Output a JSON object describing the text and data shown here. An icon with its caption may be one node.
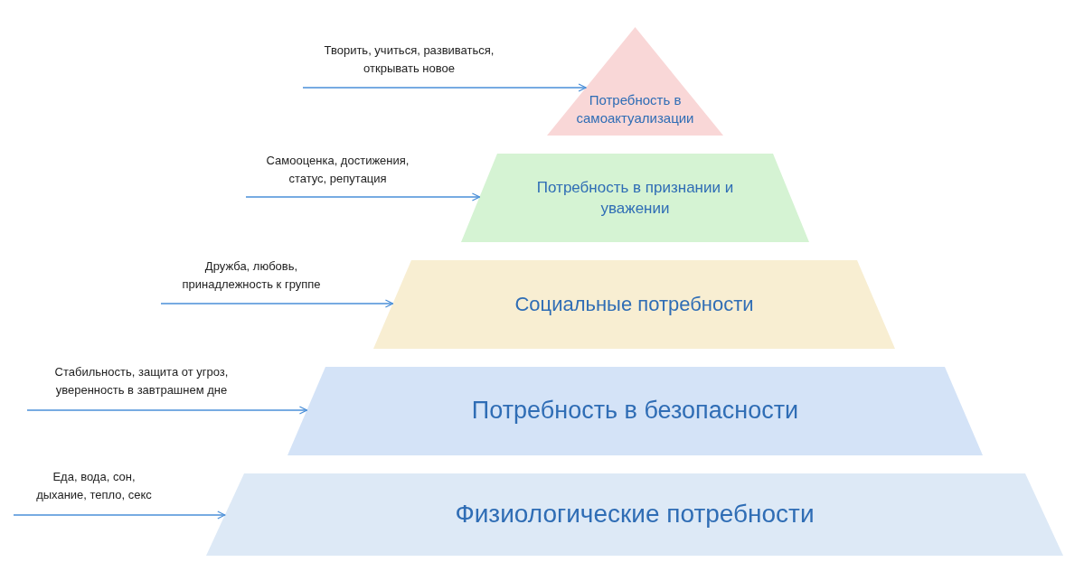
{
  "diagram": {
    "nodes": [
      {
        "text": [
          "Потребность в самоактуализации"
        ]
      },
      {
        "text": [
          "Потребность в признании и уважении"
        ]
      },
      {
        "text": [
          "Социальные потребности"
        ]
      },
      {
        "text": [
          "Потребность в безопасности"
        ]
      },
      {
        "text": [
          "Физиологические потребности"
        ]
      },
      {
        "text": [
          "Творить, учиться, развиваться, открывать новое"
        ]
      },
      {
        "text": [
          "Самооценка, достижения, статус, репутация"
        ]
      },
      {
        "text": [
          "Дружба, любовь, принадлежность к группе"
        ]
      },
      {
        "text": [
          "Стабильность, защита от угроз, уверенность в завтрашнем дне"
        ]
      },
      {
        "text": [
          "Еда, вода, сон, дыхание, тепло, секс"
        ]
      }
    ],
    "edges": [
      {
        "from": 5,
        "to": 0,
        "arrow": "to"
      },
      {
        "from": 6,
        "to": 1,
        "arrow": "to"
      },
      {
        "from": 7,
        "to": 2,
        "arrow": "to"
      },
      {
        "from": 8,
        "to": 3,
        "arrow": "to"
      },
      {
        "from": 9,
        "to": 4,
        "arrow": "to"
      }
    ]
  }
}
